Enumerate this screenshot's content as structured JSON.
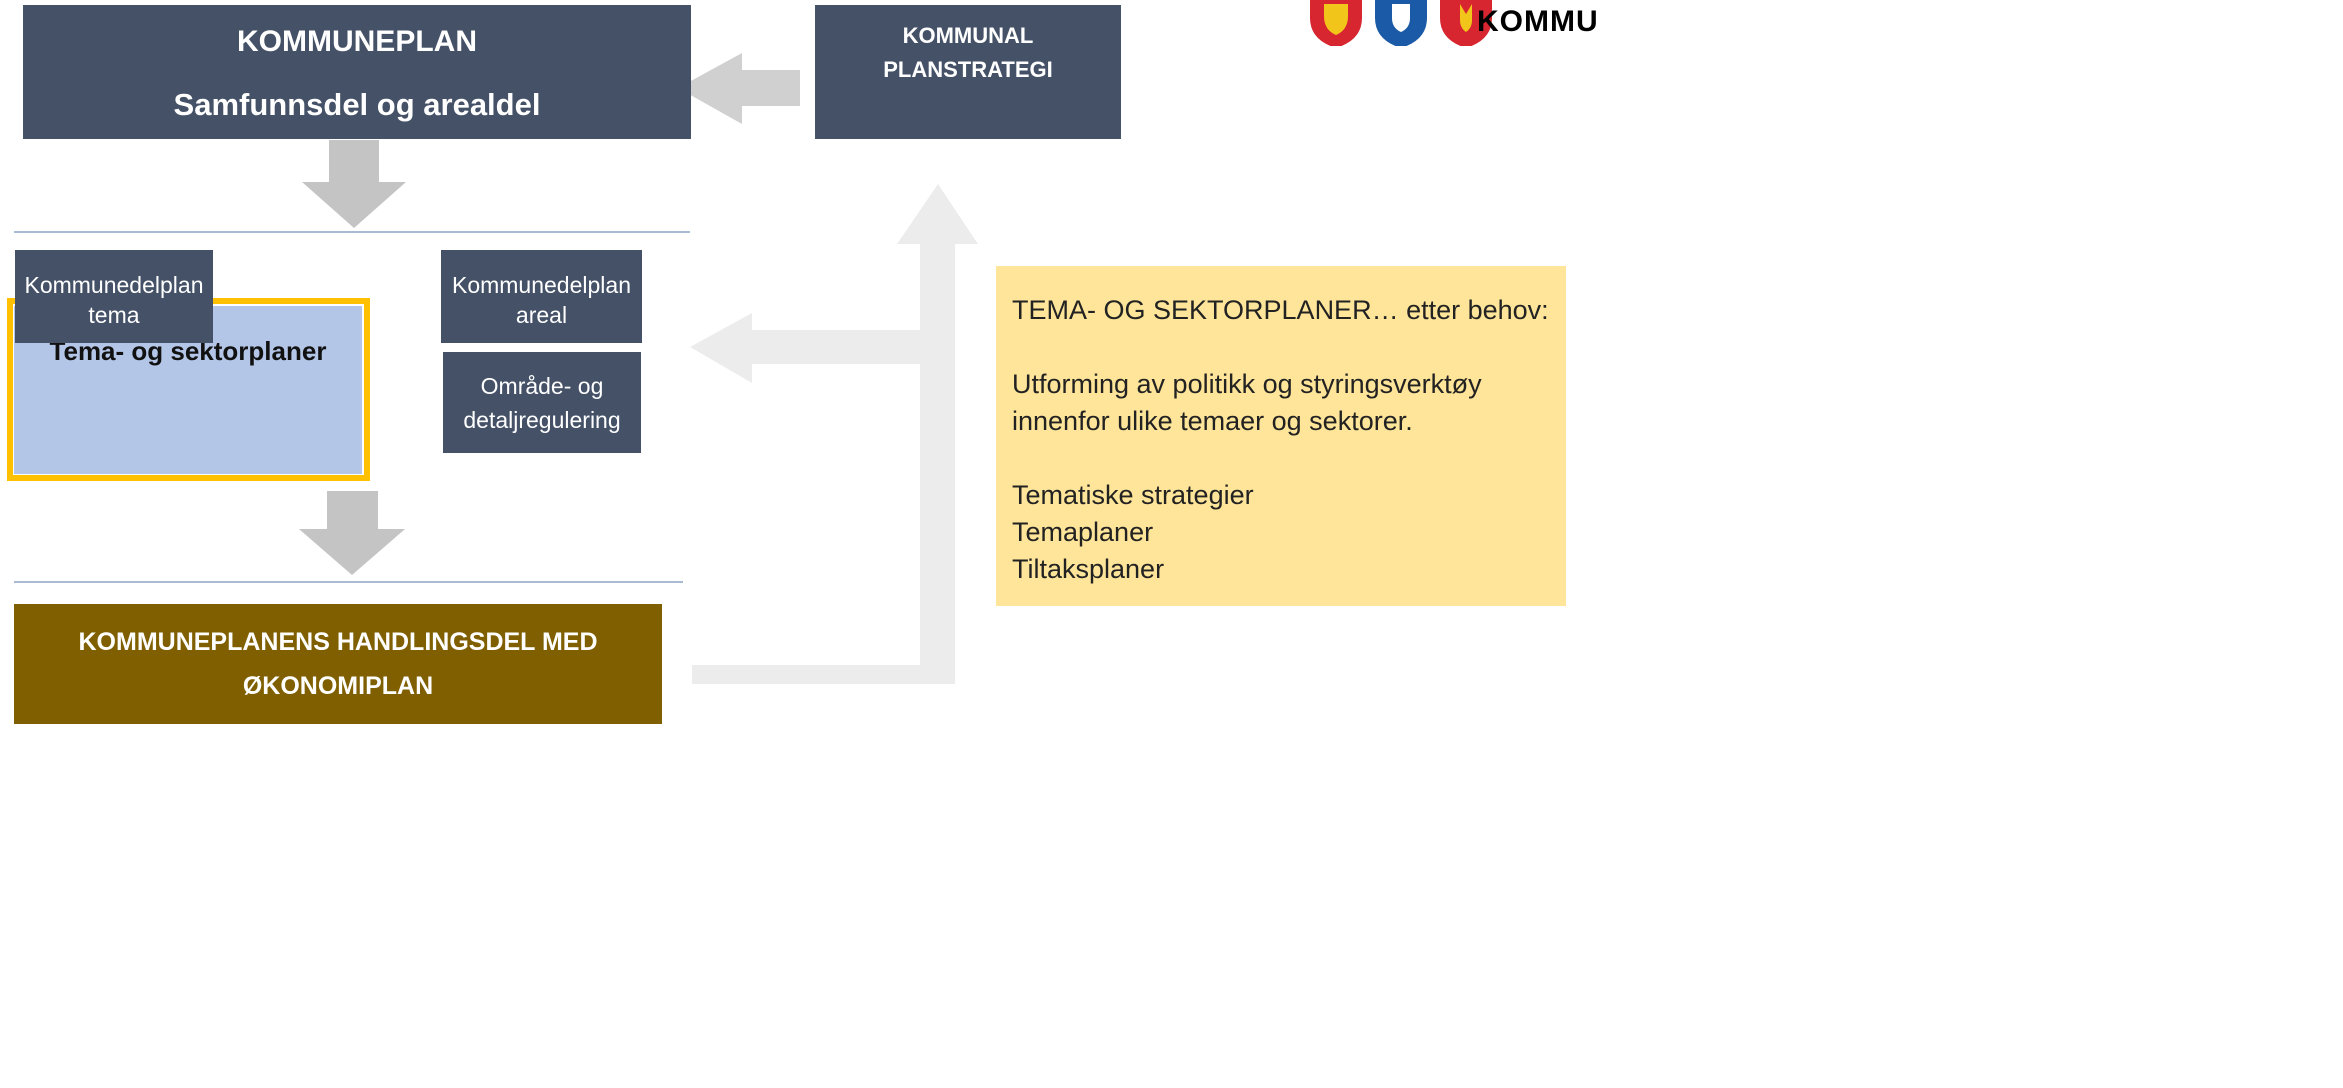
{
  "boxes": {
    "kommuneplan": {
      "title": "KOMMUNEPLAN",
      "subtitle": "Samfunnsdel og arealdel"
    },
    "planstrategi": {
      "line1": "KOMMUNAL",
      "line2": "PLANSTRATEGI"
    },
    "kommunedelplan_tema": {
      "line1": "Kommunedelplan",
      "line2": "tema"
    },
    "tema_sektorplaner": {
      "label": "Tema- og sektorplaner"
    },
    "kommunedelplan_areal": {
      "line1": "Kommunedelplan",
      "line2": "areal"
    },
    "omrade_detalj": {
      "line1": "Område- og",
      "line2": "detaljregulering"
    },
    "handlingsdel": {
      "line1": "KOMMUNEPLANENS HANDLINGSDEL MED",
      "line2": "ØKONOMIPLAN"
    }
  },
  "info": {
    "heading": "TEMA- OG SEKTORPLANER… etter behov:",
    "description_1": "Utforming av politikk og styringsverktøy",
    "description_2": "innenfor ulike temaer og sektorer.",
    "items": [
      "Tematiske strategier",
      "Temaplaner",
      "Tiltaksplaner"
    ]
  },
  "logo": {
    "text": "KOMMU"
  },
  "colors": {
    "slate": "#445167",
    "light_blue": "#b4c6e7",
    "highlight": "#ffc000",
    "olive": "#7f5f00",
    "note": "#fee599",
    "arrow_gray": "#c8c8c8",
    "arrow_light": "#ececec"
  }
}
